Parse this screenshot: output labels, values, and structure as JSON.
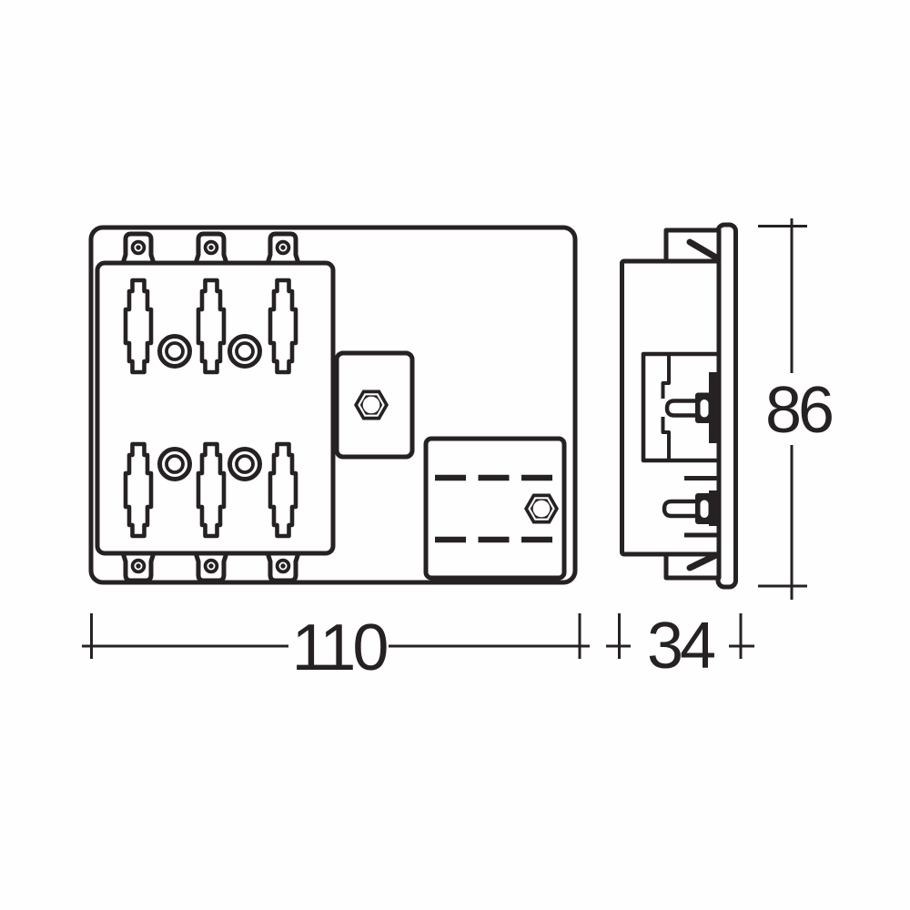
{
  "figure": {
    "kind": "technical-line-drawing",
    "ink_color": "#262223",
    "background_color": "#fdfdfd"
  },
  "front_view": {
    "spade_terminals_top": 3,
    "spade_terminals_bottom": 3,
    "fuses": 6,
    "rings": 4,
    "hex_nuts": 2,
    "cover_dashed_lines": 2
  },
  "side_view": {
    "mounting_clips": 2,
    "terminal_studs": 2,
    "hex_nuts": 2
  },
  "dimensions": {
    "width": {
      "value": "110"
    },
    "depth": {
      "value": "34"
    },
    "height": {
      "value": "86"
    }
  }
}
